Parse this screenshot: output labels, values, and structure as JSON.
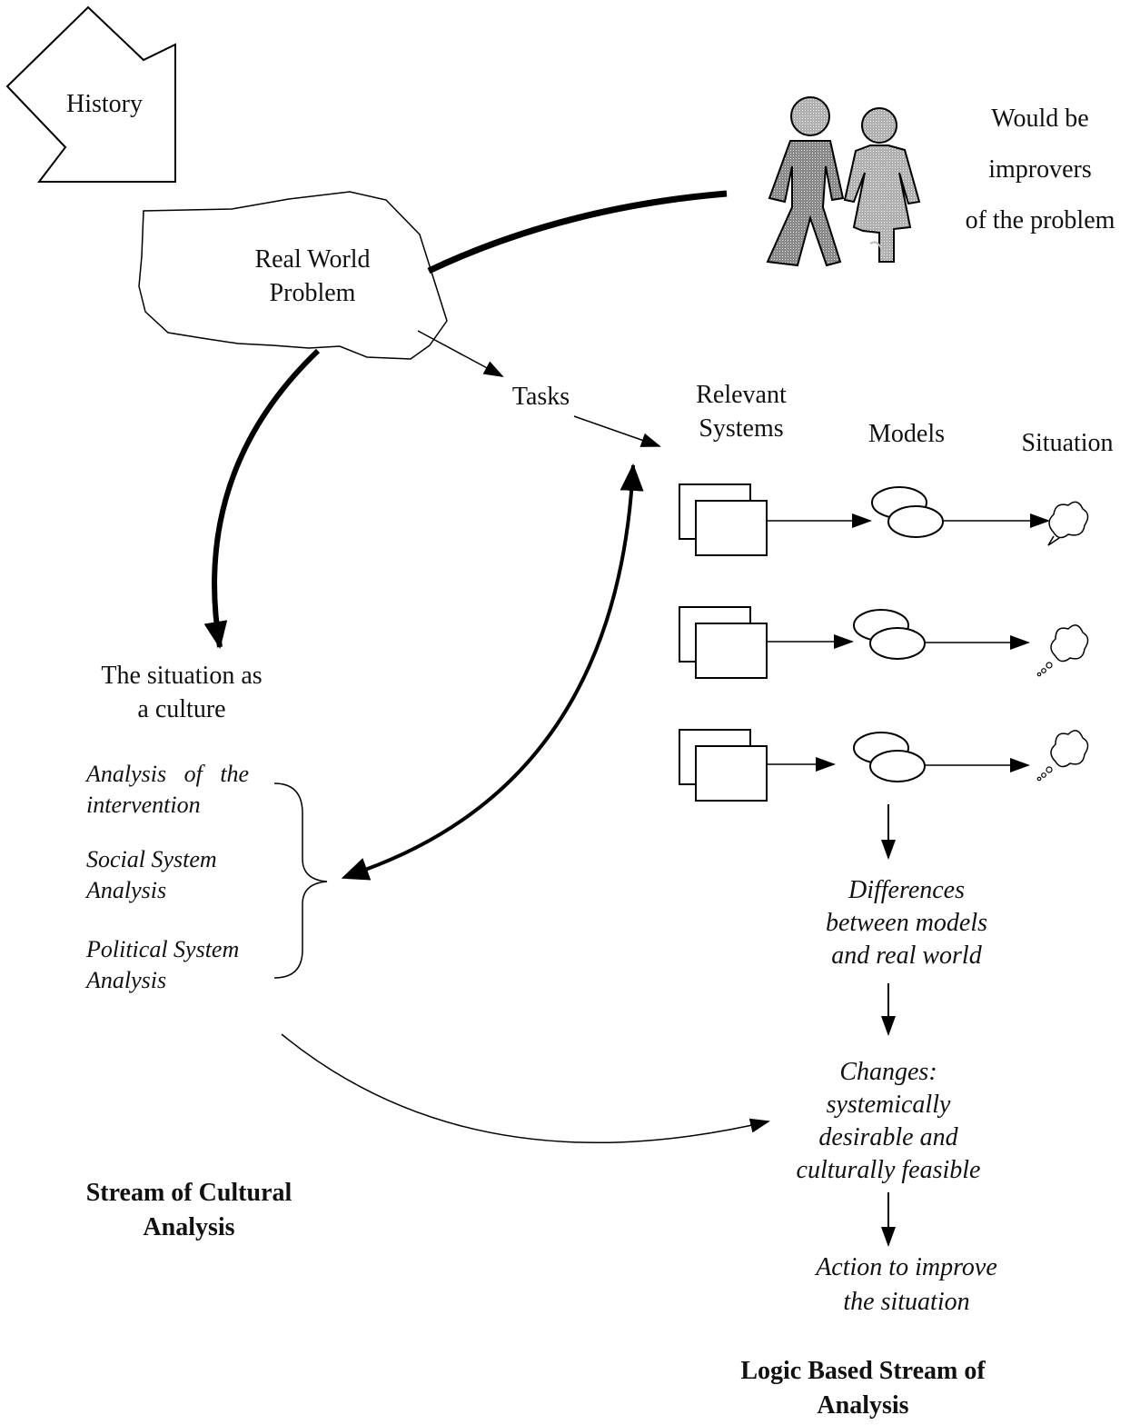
{
  "history": {
    "label": "History"
  },
  "improvers": {
    "line1": "Would be",
    "line2": "improvers",
    "line3": "of the problem"
  },
  "problem": {
    "line1": "Real World",
    "line2": "Problem"
  },
  "tasks": {
    "label": "Tasks"
  },
  "headers": {
    "relevant_line1": "Relevant",
    "relevant_line2": "Systems",
    "models": "Models",
    "situation": "Situation"
  },
  "culture": {
    "line1": "The situation as",
    "line2": "a culture"
  },
  "analyses": {
    "intervention_line1": "Analysis   of   the",
    "intervention_line2": "intervention",
    "social_line1": "Social System",
    "social_line2": "Analysis",
    "political_line1": "Political System",
    "political_line2": "Analysis"
  },
  "differences": {
    "line1": "Differences",
    "line2": "between models",
    "line3": "and real world"
  },
  "changes": {
    "line1": "Changes:",
    "line2": "systemically",
    "line3": "desirable and",
    "line4": "culturally feasible"
  },
  "action": {
    "line1": "Action to improve",
    "line2": "the situation"
  },
  "streams": {
    "cultural_line1": "Stream of Cultural",
    "cultural_line2": "Analysis",
    "logic_line1": "Logic Based Stream of",
    "logic_line2": "Analysis"
  }
}
